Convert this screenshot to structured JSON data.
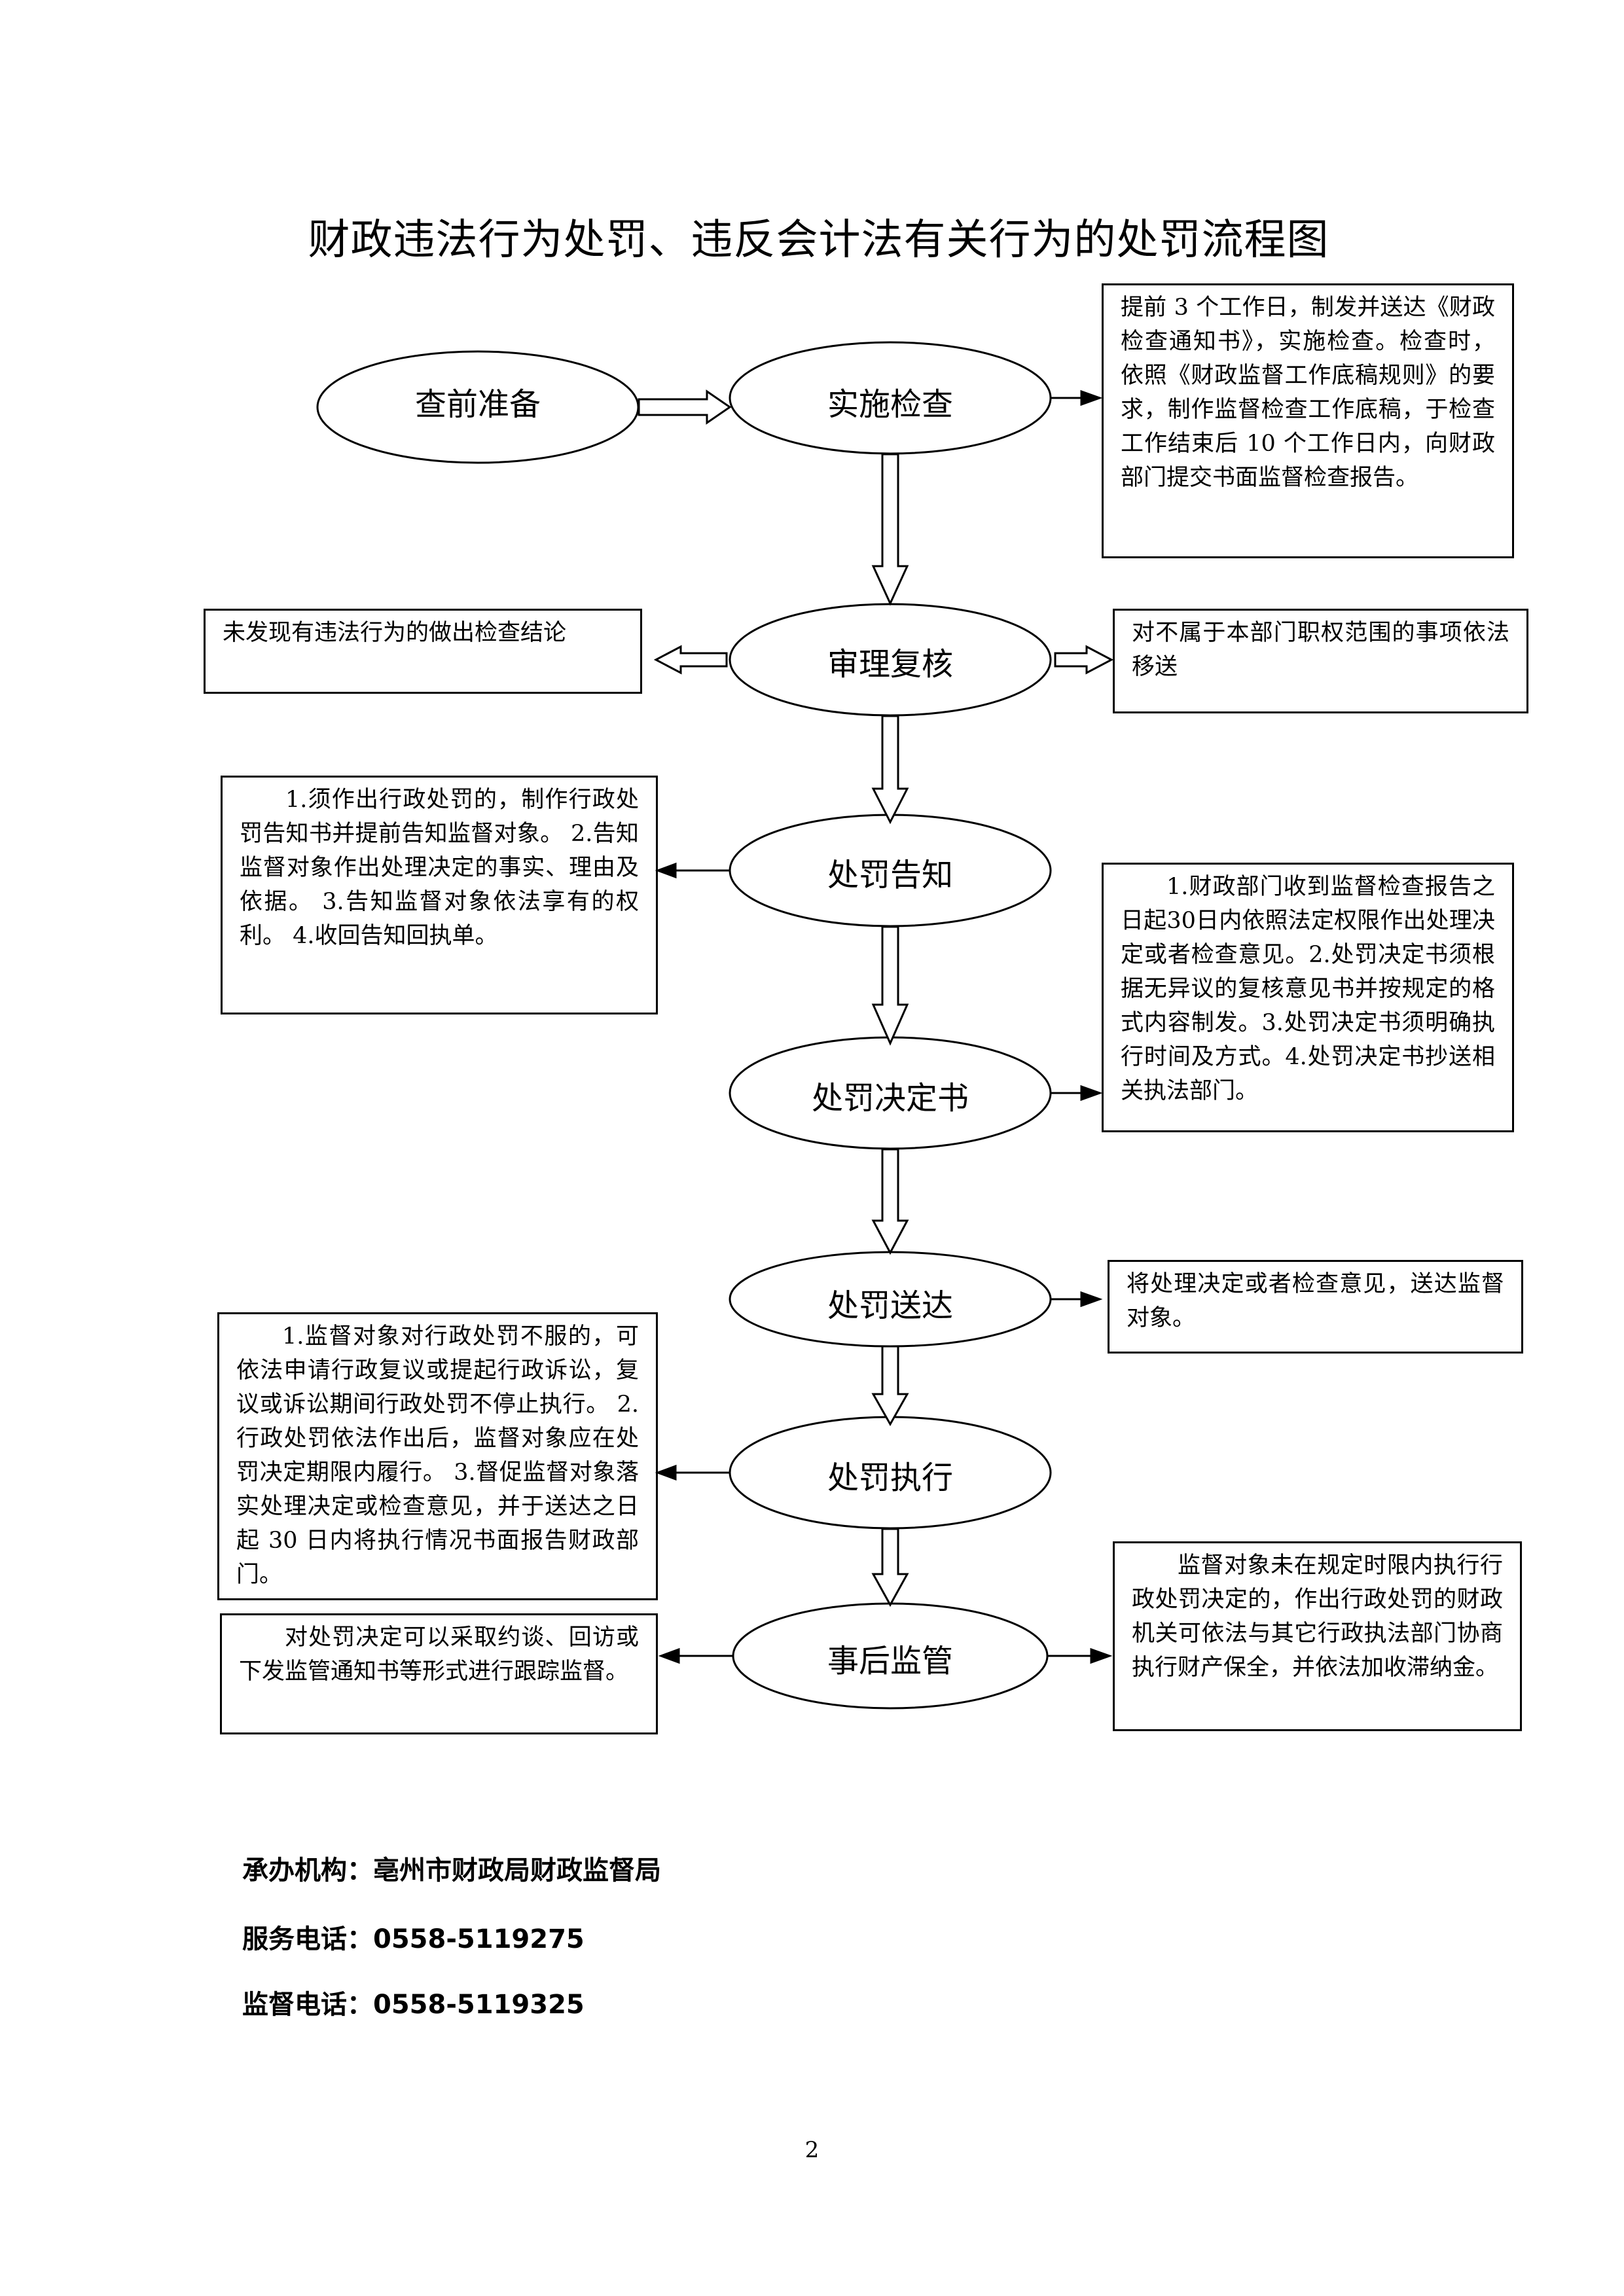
{
  "title": "财政违法行为处罚、违反会计法有关行为的处罚流程图",
  "nodes": {
    "prep": "查前准备",
    "inspect": "实施检查",
    "review": "审理复核",
    "notice": "处罚告知",
    "decision": "处罚决定书",
    "deliver": "处罚送达",
    "execute": "处罚执行",
    "supervise": "事后监管"
  },
  "boxes": {
    "inspect_note": "提前 3 个工作日，制发并送达《财政检查通知书》，实施检查。检查时，依照《财政监督工作底稿规则》的要求，制作监督检查工作底稿，于检查工作结束后 10 个工作日内，向财政部门提交书面监督检查报告。",
    "review_left": "未发现有违法行为的做出检查结论",
    "review_right": "对不属于本部门职权范围的事项依法移送",
    "notice_note": "1.须作出行政处罚的，制作行政处罚告知书并提前告知监督对象。 2.告知监督对象作出处理决定的事实、理由及依据。 3.告知监督对象依法享有的权利。 4.收回告知回执单。",
    "decision_note": "1.财政部门收到监督检查报告之日起30日内依照法定权限作出处理决定或者检查意见。2.处罚决定书须根据无异议的复核意见书并按规定的格式内容制发。3.处罚决定书须明确执行时间及方式。4.处罚决定书抄送相关执法部门。",
    "deliver_note": "将处理决定或者检查意见，送达监督对象。",
    "execute_note": "1.监督对象对行政处罚不服的，可依法申请行政复议或提起行政诉讼，复议或诉讼期间行政处罚不停止执行。 2.行政处罚依法作出后，监督对象应在处罚决定期限内履行。 3.督促监督对象落实处理决定或检查意见，并于送达之日起 30 日内将执行情况书面报告财政部门。",
    "supervise_left": "对处罚决定可以采取约谈、回访或下发监管通知书等形式进行跟踪监督。",
    "supervise_right": "监督对象未在规定时限内执行行政处罚决定的，作出行政处罚的财政机关可依法与其它行政执法部门协商执行财产保全，并依法加收滞纳金。"
  },
  "footer": {
    "agency": "承办机构：亳州市财政局财政监督局",
    "service_phone": "服务电话：0558-5119275",
    "supervision_phone": "监督电话：0558-5119325"
  },
  "page_number": "2"
}
